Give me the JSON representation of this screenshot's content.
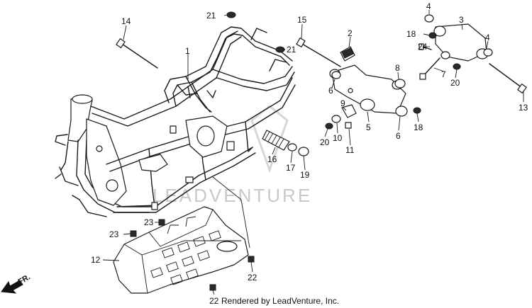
{
  "callouts": {
    "c1": "1",
    "c2": "2",
    "c3": "3",
    "c4a": "4",
    "c4b": "4",
    "c5": "5",
    "c6a": "6",
    "c6b": "6",
    "c7": "7",
    "c8": "8",
    "c9": "9",
    "c10": "10",
    "c11": "11",
    "c12": "12",
    "c13": "13",
    "c14": "14",
    "c15": "15",
    "c16": "16",
    "c17": "17",
    "c18a": "18",
    "c18b": "18",
    "c19": "19",
    "c20a": "20",
    "c20b": "20",
    "c21a": "21",
    "c21b": "21",
    "c22a": "22",
    "c22b": "22",
    "c23a": "23",
    "c23b": "23",
    "c24": "24"
  },
  "watermark": "LEADVENTURE",
  "credit": "Rendered by LeadVenture, Inc.",
  "direction_label": "FR."
}
